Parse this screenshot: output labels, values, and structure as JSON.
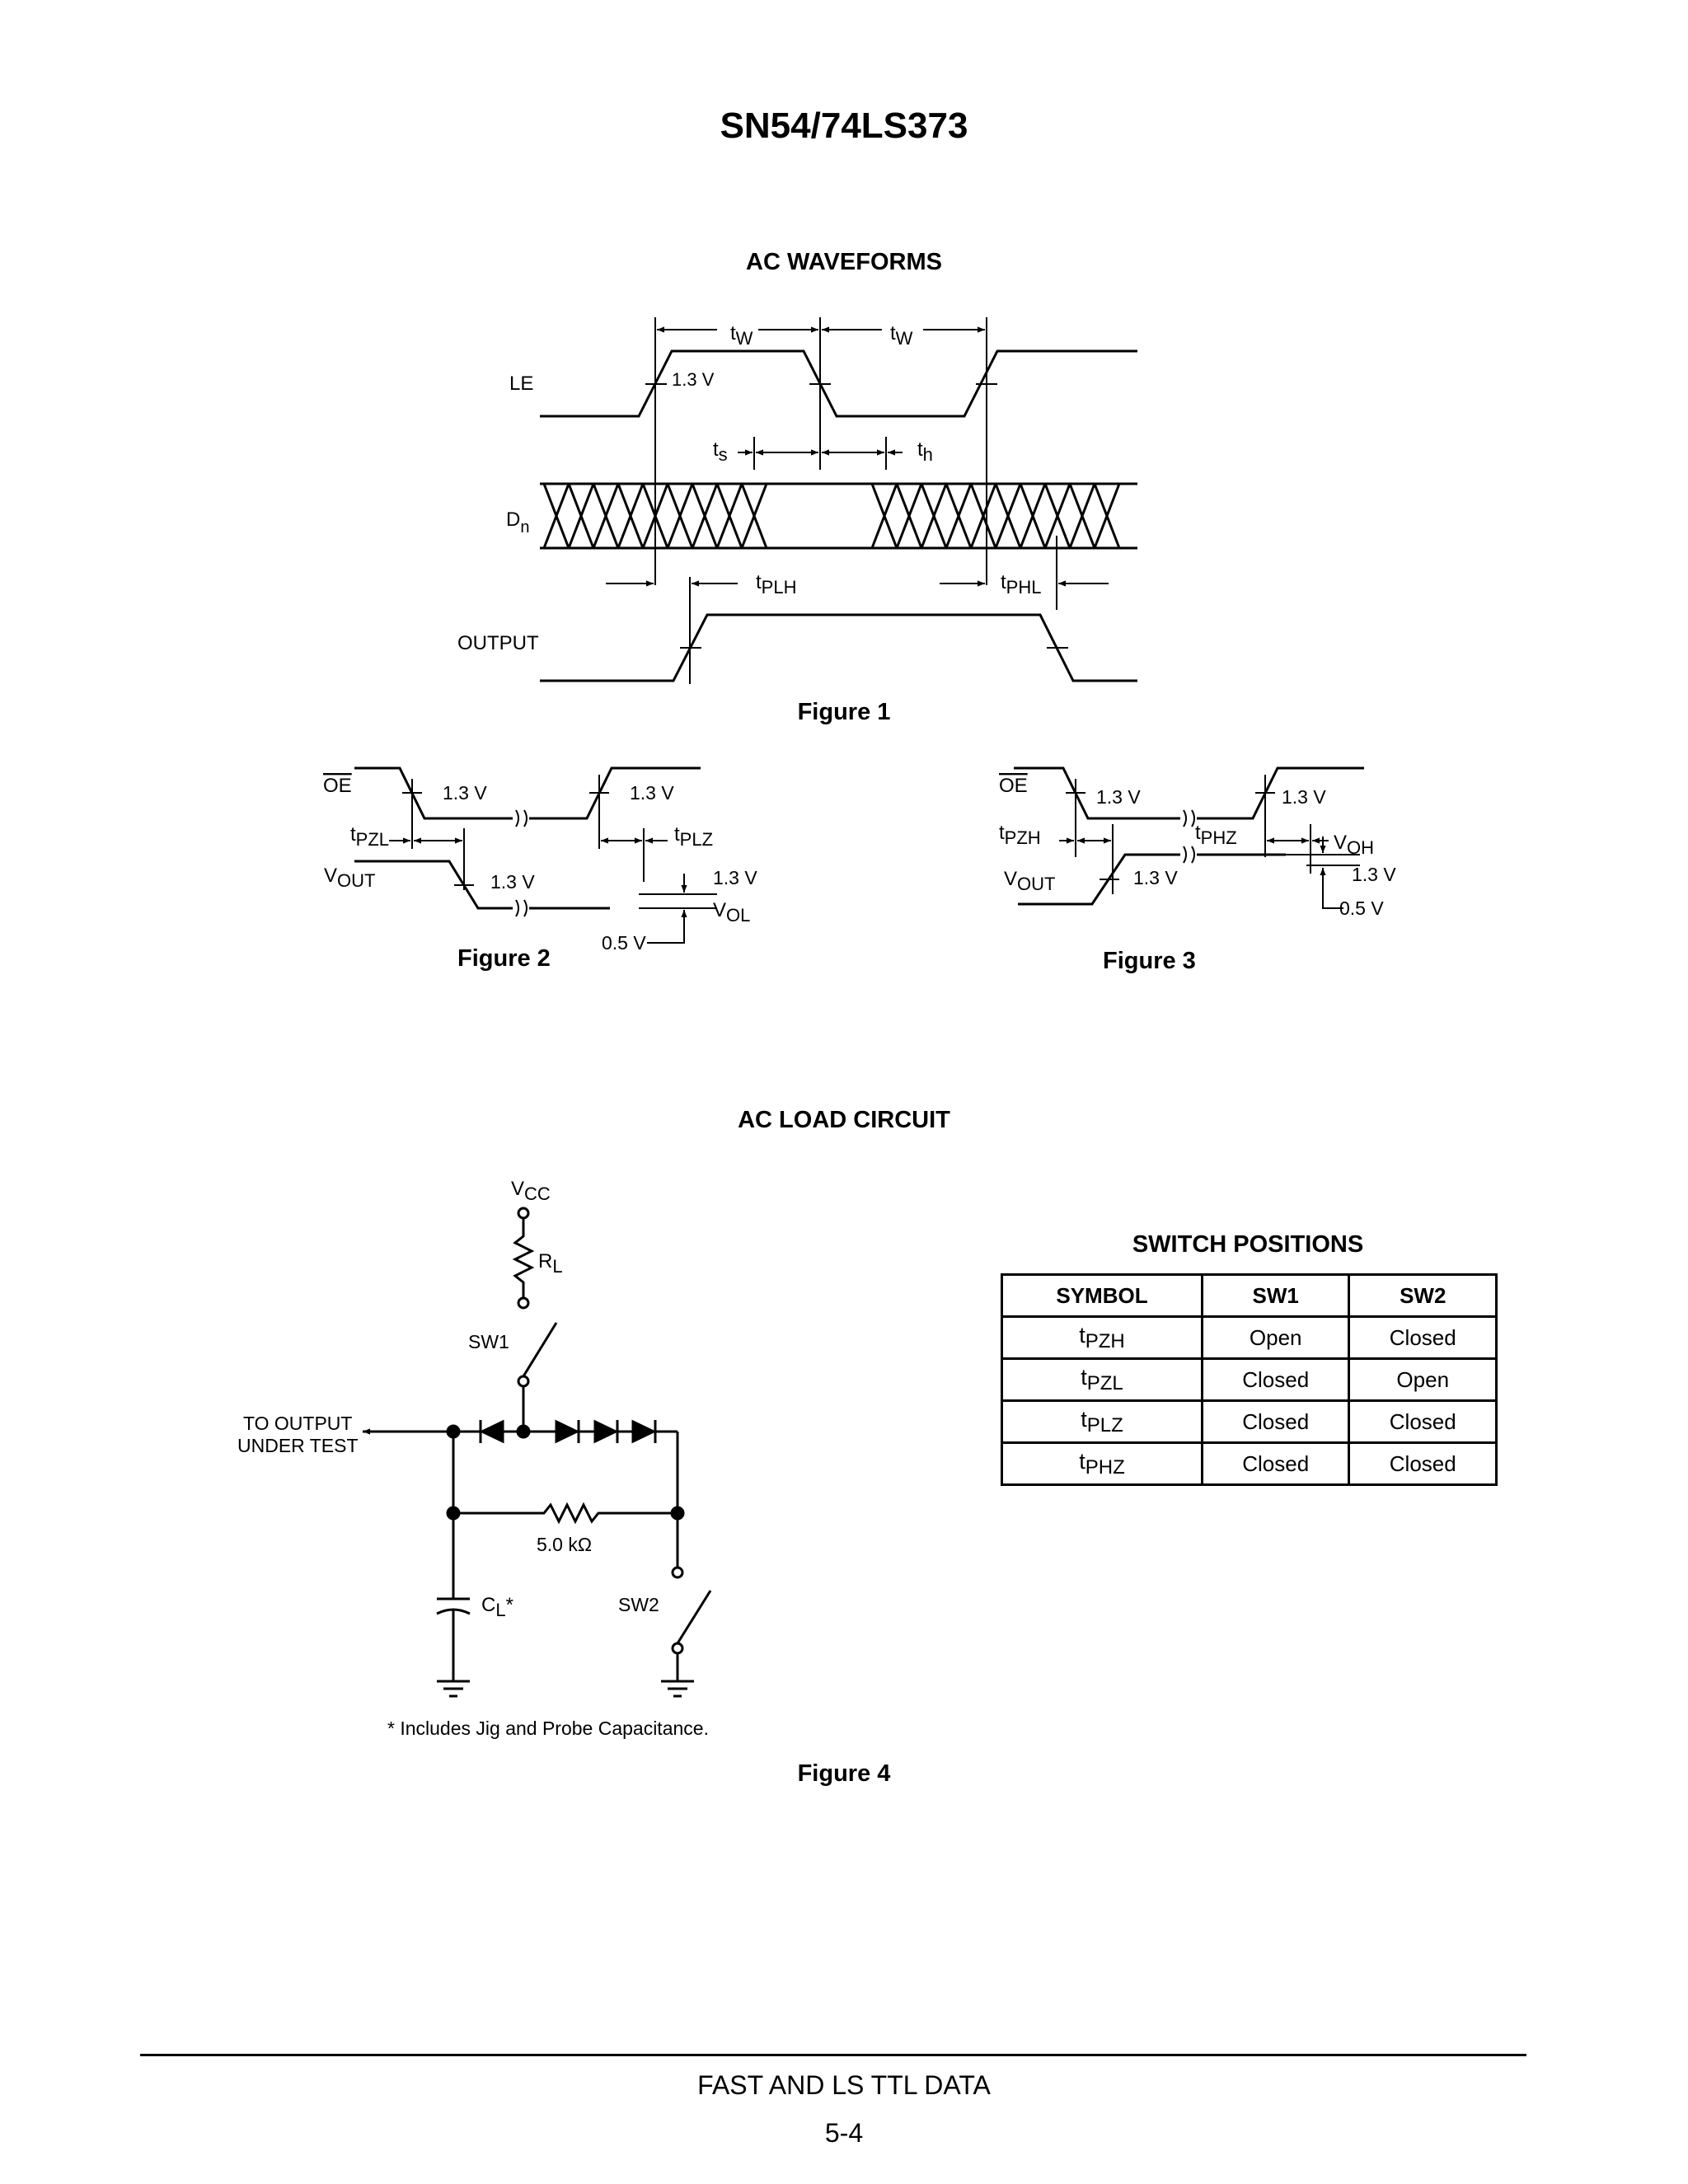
{
  "page_title": "SN54/74LS373",
  "ac_waveforms": {
    "heading": "AC  WAVEFORMS",
    "figure1": {
      "caption": "Figure 1",
      "signals": [
        "LE",
        "D",
        "OUTPUT"
      ],
      "dn_subscript": "n",
      "threshold": "1.3 V",
      "tw": "t",
      "tw_sub": "W",
      "ts": "t",
      "ts_sub": "s",
      "th": "t",
      "th_sub": "h",
      "tplh": "t",
      "tplh_sub": "PLH",
      "tphl": "t",
      "tphl_sub": "PHL"
    },
    "figure2": {
      "caption": "Figure 2",
      "oe": "OE",
      "vout": "V",
      "vout_sub": "OUT",
      "threshold": "1.3 V",
      "tpzl": "t",
      "tpzl_sub": "PZL",
      "tplz": "t",
      "tplz_sub": "PLZ",
      "vol": "V",
      "vol_sub": "OL",
      "offset": "0.5 V"
    },
    "figure3": {
      "caption": "Figure 3",
      "oe": "OE",
      "vout": "V",
      "vout_sub": "OUT",
      "threshold": "1.3 V",
      "tpzh": "t",
      "tpzh_sub": "PZH",
      "tphz": "t",
      "tphz_sub": "PHZ",
      "voh": "V",
      "voh_sub": "OH",
      "offset": "0.5 V"
    }
  },
  "ac_load_circuit": {
    "heading": "AC LOAD CIRCUIT",
    "vcc": "V",
    "vcc_sub": "CC",
    "rl": "R",
    "rl_sub": "L",
    "sw1": "SW1",
    "sw2": "SW2",
    "output_label_line1": "TO OUTPUT",
    "output_label_line2": "UNDER TEST",
    "resistor": "5.0 kΩ",
    "cl": "C",
    "cl_sub": "L",
    "cl_mark": "*",
    "note": "* Includes Jig and Probe Capacitance.",
    "caption": "Figure 4"
  },
  "switch_positions": {
    "title": "SWITCH POSITIONS",
    "headers": [
      "SYMBOL",
      "SW1",
      "SW2"
    ],
    "rows": [
      {
        "symbol": "t",
        "sub": "PZH",
        "sw1": "Open",
        "sw2": "Closed"
      },
      {
        "symbol": "t",
        "sub": "PZL",
        "sw1": "Closed",
        "sw2": "Open"
      },
      {
        "symbol": "t",
        "sub": "PLZ",
        "sw1": "Closed",
        "sw2": "Closed"
      },
      {
        "symbol": "t",
        "sub": "PHZ",
        "sw1": "Closed",
        "sw2": "Closed"
      }
    ]
  },
  "footer": {
    "text": "FAST AND LS TTL DATA",
    "page_number": "5-4"
  }
}
